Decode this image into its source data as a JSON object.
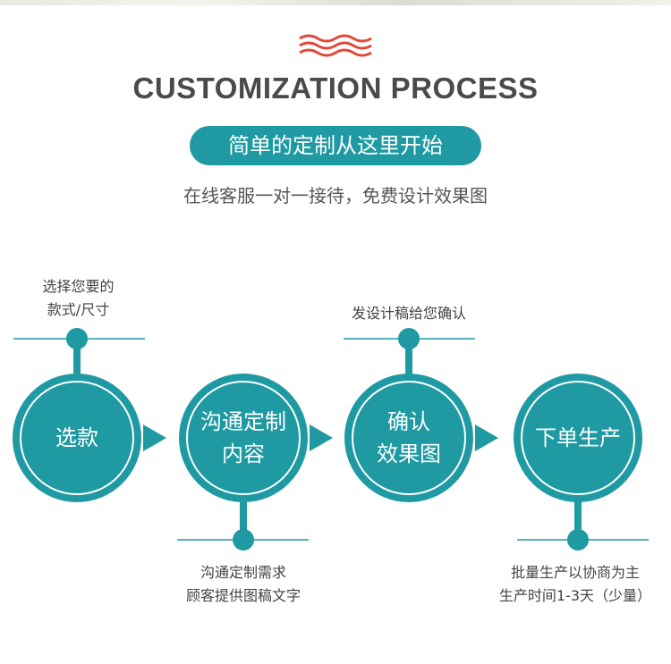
{
  "header": {
    "title": "CUSTOMIZATION PROCESS",
    "pill": "简单的定制从这里开始",
    "subtitle": "在线客服一对一接待，免费设计效果图"
  },
  "colors": {
    "accent": "#1f9aa3",
    "wave": "#e0483a",
    "title": "#4a4a4a",
    "text": "#444444"
  },
  "steps": [
    {
      "lines": [
        "选款"
      ],
      "note": [
        "选择您要的",
        "款式/尺寸"
      ]
    },
    {
      "lines": [
        "沟通定制",
        "内容"
      ],
      "note": [
        "沟通定制需求",
        "顾客提供图稿文字"
      ]
    },
    {
      "lines": [
        "确认",
        "效果图"
      ],
      "note": [
        "发设计稿给您确认"
      ]
    },
    {
      "lines": [
        "下单生产"
      ],
      "note": [
        "批量生产以协商为主",
        "生产时间1-3天（少量）"
      ]
    }
  ]
}
